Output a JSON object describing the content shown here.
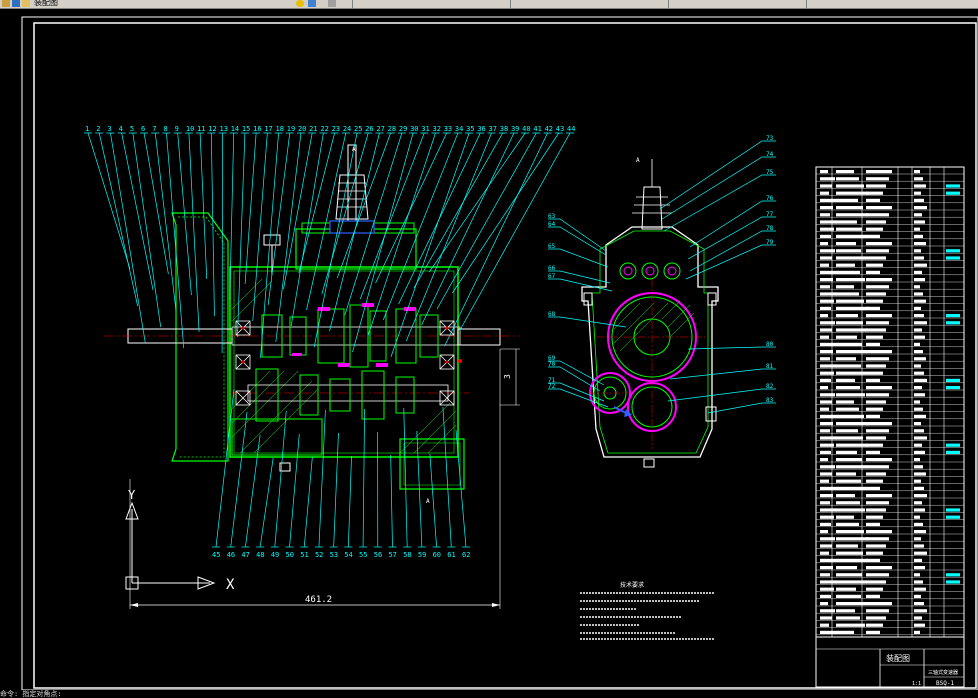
{
  "toolbar": {
    "file_label": "装配图",
    "segments": [
      "",
      "",
      "",
      "",
      ""
    ]
  },
  "drawing": {
    "section_view_label": "A",
    "section_arrow_labels": [
      "A",
      "A"
    ],
    "dimension_width": "461.2",
    "dimension_height": "3",
    "axis_x_label": "X",
    "axis_y_label": "Y",
    "top_callouts": [
      "1",
      "2",
      "3",
      "4",
      "5",
      "6",
      "7",
      "8",
      "9",
      "10",
      "11",
      "12",
      "13",
      "14",
      "15",
      "16",
      "17",
      "18",
      "19",
      "20",
      "21",
      "22",
      "23",
      "24",
      "25",
      "26",
      "27",
      "28",
      "29",
      "30",
      "31",
      "32",
      "33",
      "34",
      "35",
      "36",
      "37",
      "38",
      "39",
      "40",
      "41",
      "42",
      "43",
      "44"
    ],
    "bottom_callouts": [
      "45",
      "46",
      "47",
      "48",
      "49",
      "50",
      "51",
      "52",
      "53",
      "54",
      "55",
      "56",
      "57",
      "58",
      "59",
      "60",
      "61",
      "62"
    ],
    "side_callouts_left": [
      "63",
      "64",
      "65",
      "66",
      "67",
      "68",
      "69",
      "70",
      "71",
      "72"
    ],
    "side_callouts_right": [
      "73",
      "74",
      "75",
      "76",
      "77",
      "78",
      "79",
      "80",
      "81",
      "82",
      "83"
    ],
    "tech_requirements_title": "技术要求"
  },
  "title_block": {
    "drawing_name": "装配图",
    "product_name": "三轴式变速器",
    "drawing_number": "BSQ-1",
    "scale_label": "1:1"
  },
  "command_line": {
    "text": "命令: 指定对角点:"
  },
  "colors": {
    "background": "#000000",
    "outline": "#00ff00",
    "callout": "#00ffff",
    "red": "#ff0000",
    "magenta": "#ff00ff",
    "white": "#ffffff",
    "blue": "#3060ff",
    "yellow": "#ffff00"
  }
}
